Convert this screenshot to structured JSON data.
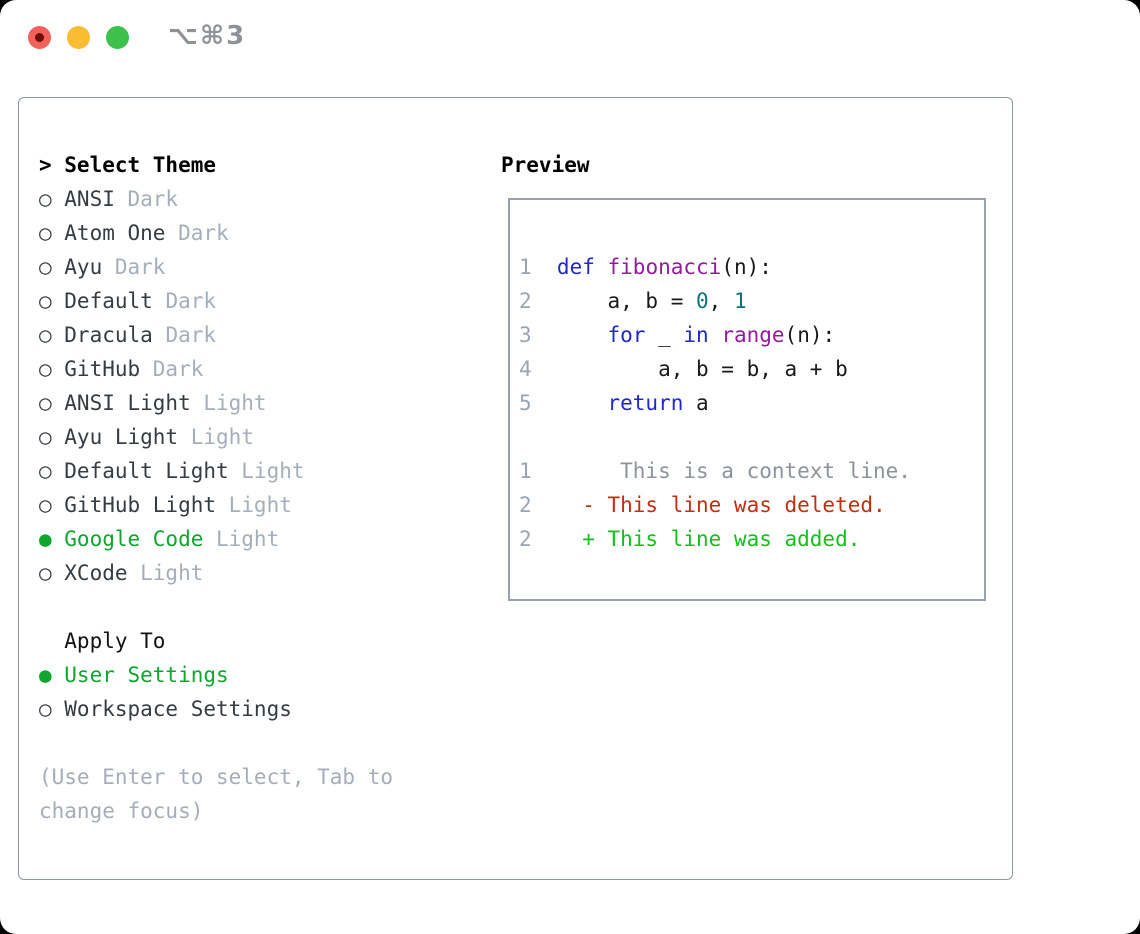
{
  "window": {
    "title": "⌥⌘3"
  },
  "glyphs": {
    "cursor": ">",
    "radio_unselected": "○",
    "radio_selected": "●"
  },
  "colors": {
    "keyword": "#2228c7",
    "function_name": "#941b9d",
    "number_literal": "#0b7575",
    "plain": "#17191c",
    "context": "#8c939c",
    "deleted": "#c32d12",
    "added": "#12c01c",
    "selected_green": "#0fa62f",
    "muted": "#a5aebb",
    "line_number": "#9aa4b2"
  },
  "theme_picker": {
    "header": {
      "prefix": ">",
      "label": "Select Theme"
    },
    "themes": [
      {
        "name": "ANSI",
        "variant": "Dark",
        "selected": false
      },
      {
        "name": "Atom One",
        "variant": "Dark",
        "selected": false
      },
      {
        "name": "Ayu",
        "variant": "Dark",
        "selected": false
      },
      {
        "name": "Default",
        "variant": "Dark",
        "selected": false
      },
      {
        "name": "Dracula",
        "variant": "Dark",
        "selected": false
      },
      {
        "name": "GitHub",
        "variant": "Dark",
        "selected": false
      },
      {
        "name": "ANSI Light",
        "variant": "Light",
        "selected": false
      },
      {
        "name": "Ayu Light",
        "variant": "Light",
        "selected": false
      },
      {
        "name": "Default Light",
        "variant": "Light",
        "selected": false
      },
      {
        "name": "GitHub Light",
        "variant": "Light",
        "selected": false
      },
      {
        "name": "Google Code",
        "variant": "Light",
        "selected": true
      },
      {
        "name": "XCode",
        "variant": "Light",
        "selected": false
      }
    ],
    "apply_to": {
      "label": "Apply To",
      "options": [
        {
          "name": "User Settings",
          "selected": true
        },
        {
          "name": "Workspace Settings",
          "selected": false
        }
      ]
    },
    "hint": "(Use Enter to select, Tab to change focus)"
  },
  "preview": {
    "label": "Preview",
    "code_lines": [
      {
        "num": "1",
        "tokens": [
          {
            "t": "def",
            "c": "keyword"
          },
          {
            "t": " ",
            "c": "plain"
          },
          {
            "t": "fibonacci",
            "c": "function_name"
          },
          {
            "t": "(n):",
            "c": "plain"
          }
        ]
      },
      {
        "num": "2",
        "tokens": [
          {
            "t": "    a, b = ",
            "c": "plain"
          },
          {
            "t": "0",
            "c": "number_literal"
          },
          {
            "t": ", ",
            "c": "plain"
          },
          {
            "t": "1",
            "c": "number_literal"
          }
        ]
      },
      {
        "num": "3",
        "tokens": [
          {
            "t": "    ",
            "c": "plain"
          },
          {
            "t": "for",
            "c": "keyword"
          },
          {
            "t": " _ ",
            "c": "plain"
          },
          {
            "t": "in",
            "c": "keyword"
          },
          {
            "t": " ",
            "c": "plain"
          },
          {
            "t": "range",
            "c": "function_name"
          },
          {
            "t": "(n):",
            "c": "plain"
          }
        ]
      },
      {
        "num": "4",
        "tokens": [
          {
            "t": "        a, b = b, a + b",
            "c": "plain"
          }
        ]
      },
      {
        "num": "5",
        "tokens": [
          {
            "t": "    ",
            "c": "plain"
          },
          {
            "t": "return",
            "c": "keyword"
          },
          {
            "t": " a",
            "c": "plain"
          }
        ]
      }
    ],
    "diff_lines": [
      {
        "num": "1",
        "tokens": [
          {
            "t": "     This is a context line.",
            "c": "context"
          }
        ]
      },
      {
        "num": "2",
        "tokens": [
          {
            "t": "  - This line was deleted.",
            "c": "deleted"
          }
        ]
      },
      {
        "num": "2",
        "tokens": [
          {
            "t": "  + This line was added.",
            "c": "added"
          }
        ]
      }
    ]
  }
}
